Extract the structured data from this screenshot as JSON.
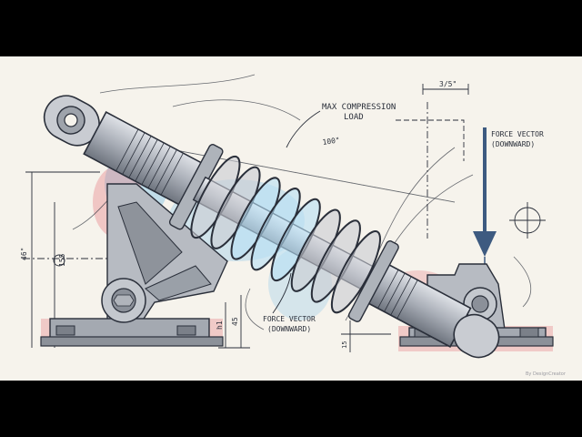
{
  "labels": {
    "max_compression": [
      "MAX COMPRESSION",
      "LOAD"
    ],
    "force_vector_right": [
      "FORCE VECTOR",
      "(DOWNWARD)"
    ],
    "force_vector_bottom": [
      "FORCE VECTOR",
      "(DOWNWARD)"
    ]
  },
  "dimensions": {
    "top_width": "3/5\"",
    "length": "100\"",
    "left_height": "46\"",
    "left_inner": "155",
    "base_45": "45",
    "base_h1": "h1",
    "right_15": "15"
  },
  "watermark": "By DesignCreator",
  "colors": {
    "ink": "#2a2f3a",
    "blue_wash": "#5fb4e6",
    "red_wash": "#e4727a",
    "paper": "#f6f3ec",
    "metal": "#c9ccd2"
  }
}
